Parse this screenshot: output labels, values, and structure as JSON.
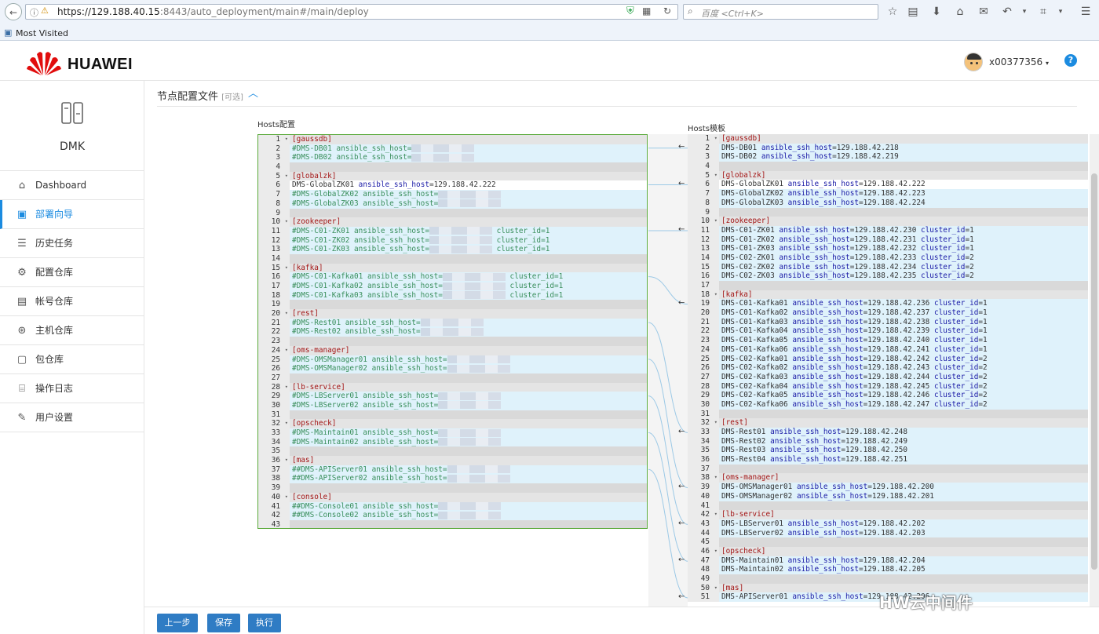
{
  "browser": {
    "url_host": "https://129.188.40.15",
    "url_path": ":8443/auto_deployment/main#/main/deploy",
    "search_placeholder": "百度 <Ctrl+K>",
    "bookmark": "Most Visited"
  },
  "header": {
    "brand": "HUAWEI",
    "username": "x00377356",
    "help": "?"
  },
  "sidebar": {
    "product": "DMK",
    "items": [
      {
        "icon": "home-icon",
        "glyph": "⌂",
        "label": "Dashboard",
        "active": false
      },
      {
        "icon": "briefcase-icon",
        "glyph": "▣",
        "label": "部署向导",
        "active": true
      },
      {
        "icon": "list-icon",
        "glyph": "☰",
        "label": "历史任务",
        "active": false
      },
      {
        "icon": "gear-icon",
        "glyph": "⚙",
        "label": "配置仓库",
        "active": false
      },
      {
        "icon": "id-card-icon",
        "glyph": "▤",
        "label": "帐号仓库",
        "active": false
      },
      {
        "icon": "host-icon",
        "glyph": "⊛",
        "label": "主机仓库",
        "active": false
      },
      {
        "icon": "package-icon",
        "glyph": "▢",
        "label": "包仓库",
        "active": false
      },
      {
        "icon": "log-icon",
        "glyph": "⌸",
        "label": "操作日志",
        "active": false
      },
      {
        "icon": "wrench-icon",
        "glyph": "✎",
        "label": "用户设置",
        "active": false
      }
    ]
  },
  "main": {
    "section_title": "节点配置文件",
    "section_optional": "[可选]",
    "left_label": "Hosts配置",
    "right_label": "Hosts模板"
  },
  "left_lines": [
    {
      "n": "1",
      "fold": true,
      "type": "sect",
      "text": "[gaussdb]"
    },
    {
      "n": "2",
      "type": "chg",
      "text": "#DMS-DB01 ansible_ssh_host=",
      "blur": true
    },
    {
      "n": "3",
      "type": "chg",
      "text": "#DMS-DB02 ansible_ssh_host=",
      "blur": true
    },
    {
      "n": "4",
      "type": "blank",
      "text": ""
    },
    {
      "n": "5",
      "fold": true,
      "type": "sect",
      "text": "[globalzk]"
    },
    {
      "n": "6",
      "type": "plain",
      "text": "DMS-GlobalZK01 ansible_ssh_host=129.188.42.222"
    },
    {
      "n": "7",
      "type": "chg",
      "text": "#DMS-GlobalZK02 ansible_ssh_host=",
      "blur": true
    },
    {
      "n": "8",
      "type": "chg",
      "text": "#DMS-GlobalZK03 ansible_ssh_host=",
      "blur": true
    },
    {
      "n": "9",
      "type": "blank",
      "text": ""
    },
    {
      "n": "10",
      "fold": true,
      "type": "sect",
      "text": "[zookeeper]"
    },
    {
      "n": "11",
      "type": "chg",
      "text": "#DMS-C01-ZK01 ansible_ssh_host=",
      "blur": true,
      "tail": " cluster_id=1"
    },
    {
      "n": "12",
      "type": "chg",
      "text": "#DMS-C01-ZK02 ansible_ssh_host=",
      "blur": true,
      "tail": " cluster_id=1"
    },
    {
      "n": "13",
      "type": "chg",
      "text": "#DMS-C01-ZK03 ansible_ssh_host=",
      "blur": true,
      "tail": " cluster_id=1"
    },
    {
      "n": "14",
      "type": "blank",
      "text": ""
    },
    {
      "n": "15",
      "fold": true,
      "type": "sect",
      "text": "[kafka]"
    },
    {
      "n": "16",
      "type": "chg",
      "text": "#DMS-C01-Kafka01 ansible_ssh_host=",
      "blur": true,
      "tail": " cluster_id=1"
    },
    {
      "n": "17",
      "type": "chg",
      "text": "#DMS-C01-Kafka02 ansible_ssh_host=",
      "blur": true,
      "tail": " cluster_id=1"
    },
    {
      "n": "18",
      "type": "chg",
      "text": "#DMS-C01-Kafka03 ansible_ssh_host=",
      "blur": true,
      "tail": " cluster_id=1"
    },
    {
      "n": "19",
      "type": "blank",
      "text": ""
    },
    {
      "n": "20",
      "fold": true,
      "type": "sect",
      "text": "[rest]"
    },
    {
      "n": "21",
      "type": "chg",
      "text": "#DMS-Rest01 ansible_ssh_host=",
      "blur": true
    },
    {
      "n": "22",
      "type": "chg",
      "text": "#DMS-Rest02 ansible_ssh_host=",
      "blur": true
    },
    {
      "n": "23",
      "type": "blank",
      "text": ""
    },
    {
      "n": "24",
      "fold": true,
      "type": "sect",
      "text": "[oms-manager]"
    },
    {
      "n": "25",
      "type": "chg",
      "text": "#DMS-OMSManager01 ansible_ssh_host=",
      "blur": true
    },
    {
      "n": "26",
      "type": "chg",
      "text": "#DMS-OMSManager02 ansible_ssh_host=",
      "blur": true
    },
    {
      "n": "27",
      "type": "blank",
      "text": ""
    },
    {
      "n": "28",
      "fold": true,
      "type": "sect",
      "text": "[lb-service]"
    },
    {
      "n": "29",
      "type": "chg",
      "text": "#DMS-LBServer01 ansible_ssh_host=",
      "blur": true
    },
    {
      "n": "30",
      "type": "chg",
      "text": "#DMS-LBServer02 ansible_ssh_host=",
      "blur": true
    },
    {
      "n": "31",
      "type": "blank",
      "text": ""
    },
    {
      "n": "32",
      "fold": true,
      "type": "sect",
      "text": "[opscheck]"
    },
    {
      "n": "33",
      "type": "chg",
      "text": "#DMS-Maintain01 ansible_ssh_host=",
      "blur": true
    },
    {
      "n": "34",
      "type": "chg",
      "text": "#DMS-Maintain02 ansible_ssh_host=",
      "blur": true
    },
    {
      "n": "35",
      "type": "blank",
      "text": ""
    },
    {
      "n": "36",
      "fold": true,
      "type": "sect",
      "text": "[mas]"
    },
    {
      "n": "37",
      "type": "chg",
      "text": "##DMS-APIServer01 ansible_ssh_host=",
      "blur": true
    },
    {
      "n": "38",
      "type": "chg",
      "text": "##DMS-APIServer02 ansible_ssh_host=",
      "blur": true
    },
    {
      "n": "39",
      "type": "blank",
      "text": ""
    },
    {
      "n": "40",
      "fold": true,
      "type": "sect",
      "text": "[console]"
    },
    {
      "n": "41",
      "type": "chg",
      "text": "##DMS-Console01 ansible_ssh_host=",
      "blur": true
    },
    {
      "n": "42",
      "type": "chg",
      "text": "##DMS-Console02 ansible_ssh_host=",
      "blur": true
    },
    {
      "n": "43",
      "type": "blank",
      "text": ""
    }
  ],
  "right_lines": [
    {
      "n": "1",
      "fold": true,
      "type": "sect",
      "text": "[gaussdb]"
    },
    {
      "n": "2",
      "type": "chg",
      "text": "DMS-DB01 ansible_ssh_host=129.188.42.218"
    },
    {
      "n": "3",
      "type": "chg",
      "text": "DMS-DB02 ansible_ssh_host=129.188.42.219"
    },
    {
      "n": "4",
      "type": "blank",
      "text": ""
    },
    {
      "n": "5",
      "fold": true,
      "type": "sect",
      "text": "[globalzk]"
    },
    {
      "n": "6",
      "type": "plain",
      "text": "DMS-GlobalZK01 ansible_ssh_host=129.188.42.222"
    },
    {
      "n": "7",
      "type": "chg",
      "text": "DMS-GlobalZK02 ansible_ssh_host=129.188.42.223"
    },
    {
      "n": "8",
      "type": "chg",
      "text": "DMS-GlobalZK03 ansible_ssh_host=129.188.42.224"
    },
    {
      "n": "9",
      "type": "blank",
      "text": ""
    },
    {
      "n": "10",
      "fold": true,
      "type": "sect",
      "text": "[zookeeper]"
    },
    {
      "n": "11",
      "type": "chg",
      "text": "DMS-C01-ZK01 ansible_ssh_host=129.188.42.230 cluster_id=1"
    },
    {
      "n": "12",
      "type": "chg",
      "text": "DMS-C01-ZK02 ansible_ssh_host=129.188.42.231 cluster_id=1"
    },
    {
      "n": "13",
      "type": "chg",
      "text": "DMS-C01-ZK03 ansible_ssh_host=129.188.42.232 cluster_id=1"
    },
    {
      "n": "14",
      "type": "chg",
      "text": "DMS-C02-ZK01 ansible_ssh_host=129.188.42.233 cluster_id=2"
    },
    {
      "n": "15",
      "type": "chg",
      "text": "DMS-C02-ZK02 ansible_ssh_host=129.188.42.234 cluster_id=2"
    },
    {
      "n": "16",
      "type": "chg",
      "text": "DMS-C02-ZK03 ansible_ssh_host=129.188.42.235 cluster_id=2"
    },
    {
      "n": "17",
      "type": "blank",
      "text": ""
    },
    {
      "n": "18",
      "fold": true,
      "type": "sect",
      "text": "[kafka]"
    },
    {
      "n": "19",
      "type": "chg",
      "text": "DMS-C01-Kafka01 ansible_ssh_host=129.188.42.236 cluster_id=1"
    },
    {
      "n": "20",
      "type": "chg",
      "text": "DMS-C01-Kafka02 ansible_ssh_host=129.188.42.237 cluster_id=1"
    },
    {
      "n": "21",
      "type": "chg",
      "text": "DMS-C01-Kafka03 ansible_ssh_host=129.188.42.238 cluster_id=1"
    },
    {
      "n": "22",
      "type": "chg",
      "text": "DMS-C01-Kafka04 ansible_ssh_host=129.188.42.239 cluster_id=1"
    },
    {
      "n": "23",
      "type": "chg",
      "text": "DMS-C01-Kafka05 ansible_ssh_host=129.188.42.240 cluster_id=1"
    },
    {
      "n": "24",
      "type": "chg",
      "text": "DMS-C01-Kafka06 ansible_ssh_host=129.188.42.241 cluster_id=1"
    },
    {
      "n": "25",
      "type": "chg",
      "text": "DMS-C02-Kafka01 ansible_ssh_host=129.188.42.242 cluster_id=2"
    },
    {
      "n": "26",
      "type": "chg",
      "text": "DMS-C02-Kafka02 ansible_ssh_host=129.188.42.243 cluster_id=2"
    },
    {
      "n": "27",
      "type": "chg",
      "text": "DMS-C02-Kafka03 ansible_ssh_host=129.188.42.244 cluster_id=2"
    },
    {
      "n": "28",
      "type": "chg",
      "text": "DMS-C02-Kafka04 ansible_ssh_host=129.188.42.245 cluster_id=2"
    },
    {
      "n": "29",
      "type": "chg",
      "text": "DMS-C02-Kafka05 ansible_ssh_host=129.188.42.246 cluster_id=2"
    },
    {
      "n": "30",
      "type": "chg",
      "text": "DMS-C02-Kafka06 ansible_ssh_host=129.188.42.247 cluster_id=2"
    },
    {
      "n": "31",
      "type": "blank",
      "text": ""
    },
    {
      "n": "32",
      "fold": true,
      "type": "sect",
      "text": "[rest]"
    },
    {
      "n": "33",
      "type": "chg",
      "text": "DMS-Rest01 ansible_ssh_host=129.188.42.248"
    },
    {
      "n": "34",
      "type": "chg",
      "text": "DMS-Rest02 ansible_ssh_host=129.188.42.249"
    },
    {
      "n": "35",
      "type": "chg",
      "text": "DMS-Rest03 ansible_ssh_host=129.188.42.250"
    },
    {
      "n": "36",
      "type": "chg",
      "text": "DMS-Rest04 ansible_ssh_host=129.188.42.251"
    },
    {
      "n": "37",
      "type": "blank",
      "text": ""
    },
    {
      "n": "38",
      "fold": true,
      "type": "sect",
      "text": "[oms-manager]"
    },
    {
      "n": "39",
      "type": "chg",
      "text": "DMS-OMSManager01 ansible_ssh_host=129.188.42.200"
    },
    {
      "n": "40",
      "type": "chg",
      "text": "DMS-OMSManager02 ansible_ssh_host=129.188.42.201"
    },
    {
      "n": "41",
      "type": "blank",
      "text": ""
    },
    {
      "n": "42",
      "fold": true,
      "type": "sect",
      "text": "[lb-service]"
    },
    {
      "n": "43",
      "type": "chg",
      "text": "DMS-LBServer01 ansible_ssh_host=129.188.42.202"
    },
    {
      "n": "44",
      "type": "chg",
      "text": "DMS-LBServer02 ansible_ssh_host=129.188.42.203"
    },
    {
      "n": "45",
      "type": "blank",
      "text": ""
    },
    {
      "n": "46",
      "fold": true,
      "type": "sect",
      "text": "[opscheck]"
    },
    {
      "n": "47",
      "type": "chg",
      "text": "DMS-Maintain01 ansible_ssh_host=129.188.42.204"
    },
    {
      "n": "48",
      "type": "chg",
      "text": "DMS-Maintain02 ansible_ssh_host=129.188.42.205"
    },
    {
      "n": "49",
      "type": "blank",
      "text": ""
    },
    {
      "n": "50",
      "fold": true,
      "type": "sect",
      "text": "[mas]"
    },
    {
      "n": "51",
      "type": "chg",
      "text": "DMS-APIServer01 ansible_ssh_host=129.188.42.206"
    }
  ],
  "footer": {
    "prev": "上一步",
    "save": "保存",
    "execute": "执行"
  },
  "watermark": "HW云中间件"
}
